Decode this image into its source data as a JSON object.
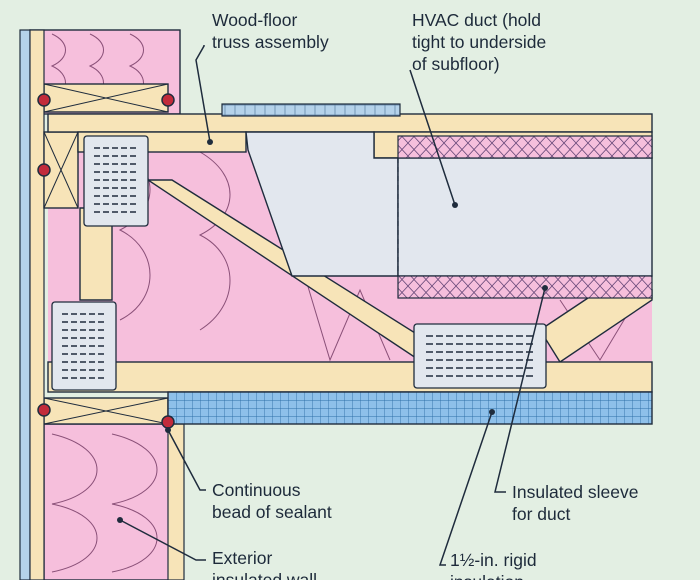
{
  "labels": {
    "truss": [
      "Wood-floor",
      "truss assembly"
    ],
    "duct": [
      "HVAC duct (hold",
      "tight to underside",
      "of subfloor)"
    ],
    "sealant": [
      "Continuous",
      "bead of sealant"
    ],
    "sleeve": [
      "Insulated sleeve",
      "for duct"
    ],
    "wall": [
      "Exterior",
      "insulated wall"
    ],
    "rigid": [
      "1½-in. rigid",
      "insulation"
    ]
  },
  "colors": {
    "background": "#e3efe3",
    "wood": "#f7e4b8",
    "insulation": "#f6bfdc",
    "duct": "#e2e7ee",
    "rigid_insulation": "#78b2e3",
    "sealant": "#c22b3b",
    "outline": "#1f2c3d"
  },
  "icons": [
    "gusset-plate-icon",
    "sealant-bead-icon"
  ]
}
